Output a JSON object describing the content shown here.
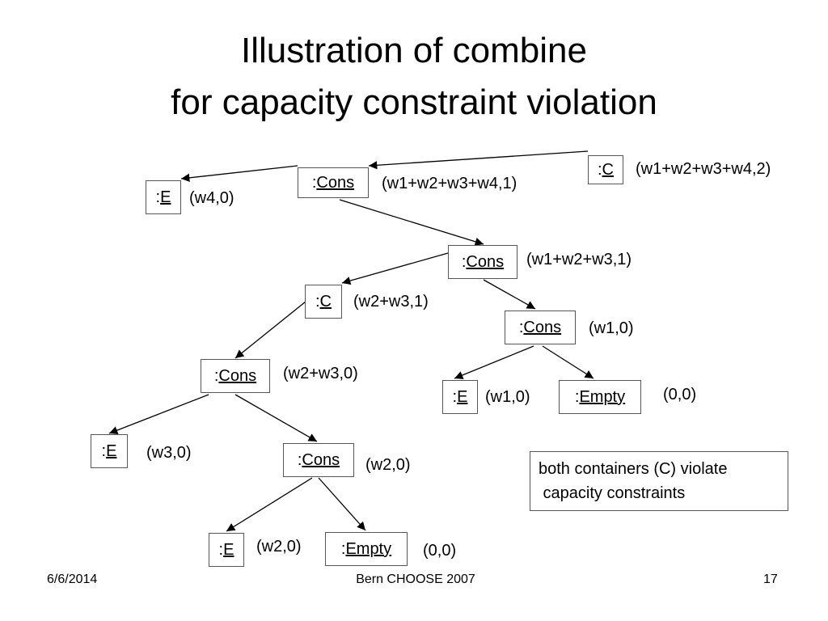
{
  "slide": {
    "title_line1": "Illustration of combine",
    "title_line2": "for capacity constraint violation"
  },
  "nodes": [
    {
      "id": "c_top",
      "prefix": ":",
      "name": "C",
      "label": "(w1+w2+w3+w4,2)"
    },
    {
      "id": "cons1",
      "prefix": ":",
      "name": "Cons",
      "label": "(w1+w2+w3+w4,1)"
    },
    {
      "id": "e_w4",
      "prefix": ":",
      "name": "E",
      "label": "(w4,0)"
    },
    {
      "id": "cons2",
      "prefix": ":",
      "name": "Cons",
      "label": "(w1+w2+w3,1)"
    },
    {
      "id": "c_mid",
      "prefix": ":",
      "name": "C",
      "label": "(w2+w3,1)"
    },
    {
      "id": "cons3",
      "prefix": ":",
      "name": "Cons",
      "label": "(w1,0)"
    },
    {
      "id": "cons4",
      "prefix": ":",
      "name": "Cons",
      "label": "(w2+w3,0)"
    },
    {
      "id": "e_w1",
      "prefix": ":",
      "name": "E",
      "label": "(w1,0)"
    },
    {
      "id": "empty1",
      "prefix": ":",
      "name": "Empty",
      "label": "(0,0)"
    },
    {
      "id": "e_w3",
      "prefix": ":",
      "name": "E",
      "label": "(w3,0)"
    },
    {
      "id": "cons5",
      "prefix": ":",
      "name": "Cons",
      "label": "(w2,0)"
    },
    {
      "id": "e_w2",
      "prefix": ":",
      "name": "E",
      "label": "(w2,0)"
    },
    {
      "id": "empty2",
      "prefix": ":",
      "name": "Empty",
      "label": "(0,0)"
    }
  ],
  "edges": [
    [
      "c_top",
      "cons1"
    ],
    [
      "cons1",
      "e_w4"
    ],
    [
      "cons1",
      "cons2"
    ],
    [
      "cons2",
      "c_mid"
    ],
    [
      "cons2",
      "cons3"
    ],
    [
      "c_mid",
      "cons4"
    ],
    [
      "cons3",
      "e_w1"
    ],
    [
      "cons3",
      "empty1"
    ],
    [
      "cons4",
      "e_w3"
    ],
    [
      "cons4",
      "cons5"
    ],
    [
      "cons5",
      "e_w2"
    ],
    [
      "cons5",
      "empty2"
    ]
  ],
  "note": "both containers (C) violate\n capacity constraints",
  "footer": {
    "date": "6/6/2014",
    "center": "Bern CHOOSE 2007",
    "page": "17"
  }
}
